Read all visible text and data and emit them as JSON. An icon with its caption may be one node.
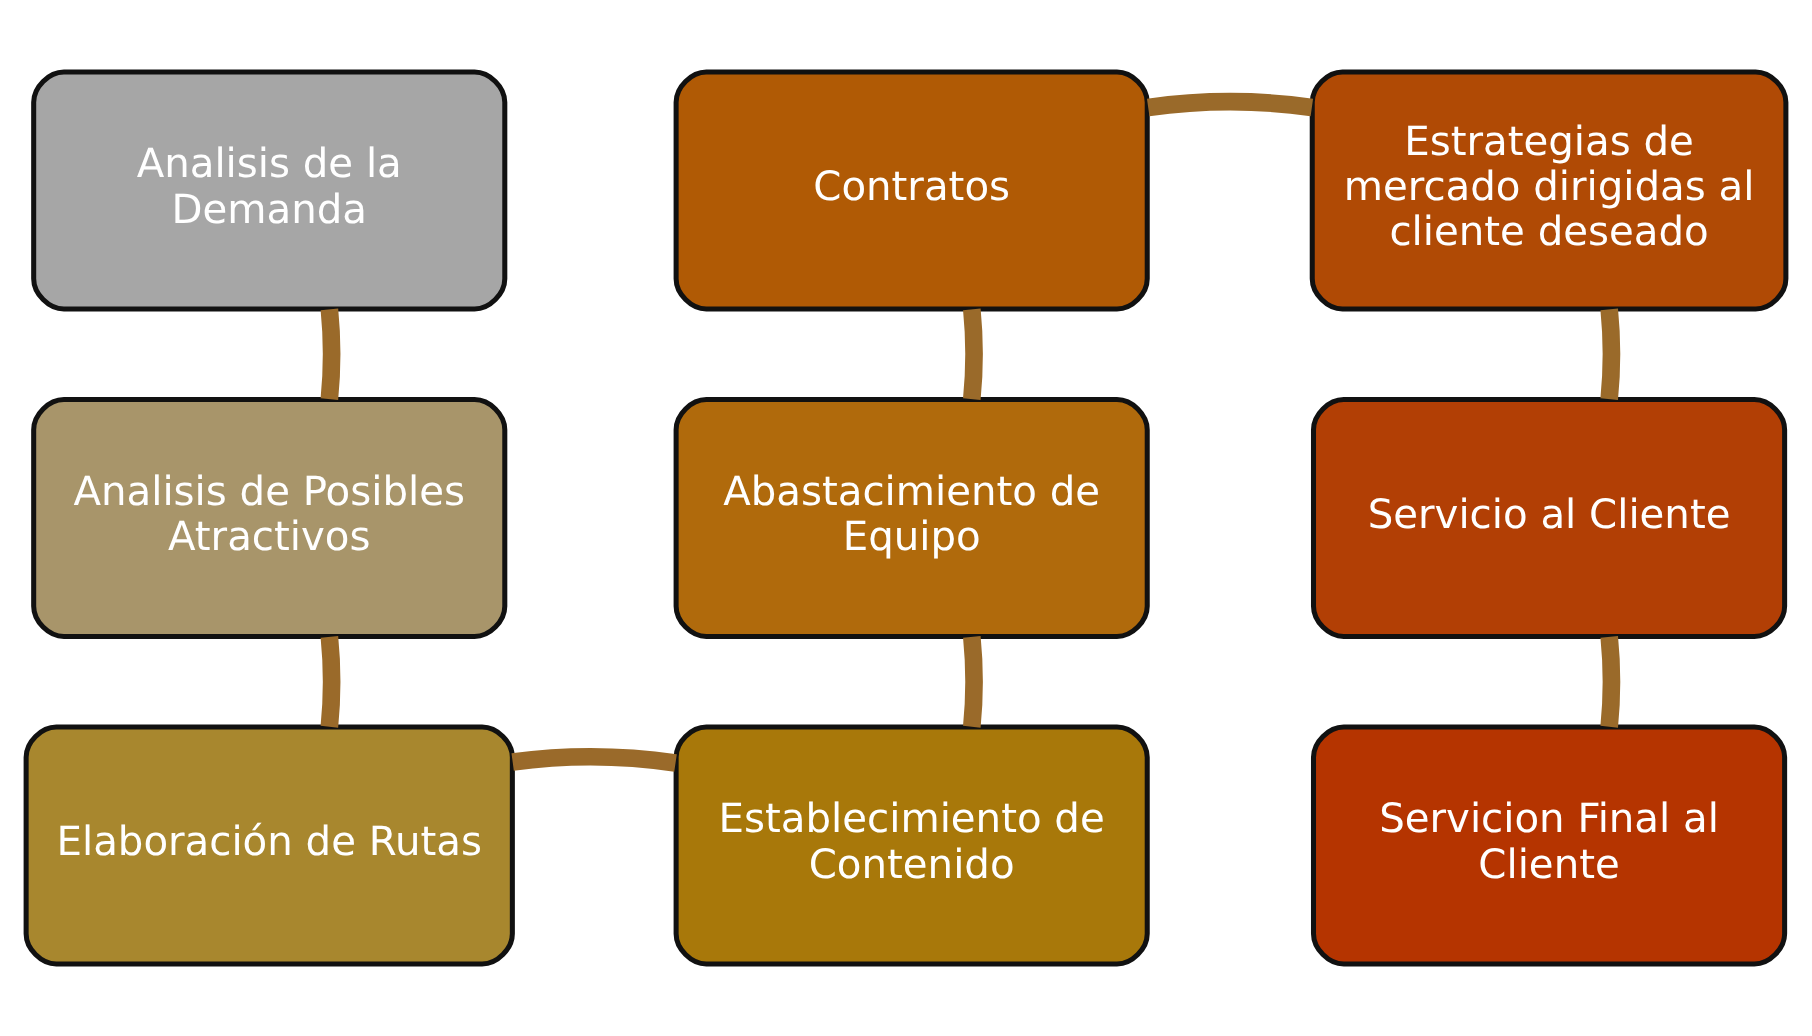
{
  "diagram": {
    "nodes": [
      {
        "text": [
          "Analisis de la Demanda"
        ]
      },
      {
        "text": [
          "Analisis de Posibles Atractivos"
        ]
      },
      {
        "text": [
          "Elaboración de Rutas"
        ]
      },
      {
        "text": [
          "Establecimiento de Contenido"
        ]
      },
      {
        "text": [
          "Abastacimiento de Equipo"
        ]
      },
      {
        "text": [
          "Contratos"
        ]
      },
      {
        "text": [
          "Estrategias de mercado dirigidas al cliente deseado"
        ]
      },
      {
        "text": [
          "Servicio al Cliente"
        ]
      },
      {
        "text": [
          "Servicion Final al Cliente"
        ]
      }
    ],
    "edges": [
      {
        "from": 0,
        "to": 1,
        "arrow": "none"
      },
      {
        "from": 1,
        "to": 2,
        "arrow": "none"
      },
      {
        "from": 2,
        "to": 3,
        "arrow": "none"
      },
      {
        "from": 3,
        "to": 4,
        "arrow": "none"
      },
      {
        "from": 4,
        "to": 5,
        "arrow": "none"
      },
      {
        "from": 5,
        "to": 6,
        "arrow": "none"
      },
      {
        "from": 6,
        "to": 7,
        "arrow": "none"
      },
      {
        "from": 7,
        "to": 8,
        "arrow": "none"
      }
    ]
  }
}
